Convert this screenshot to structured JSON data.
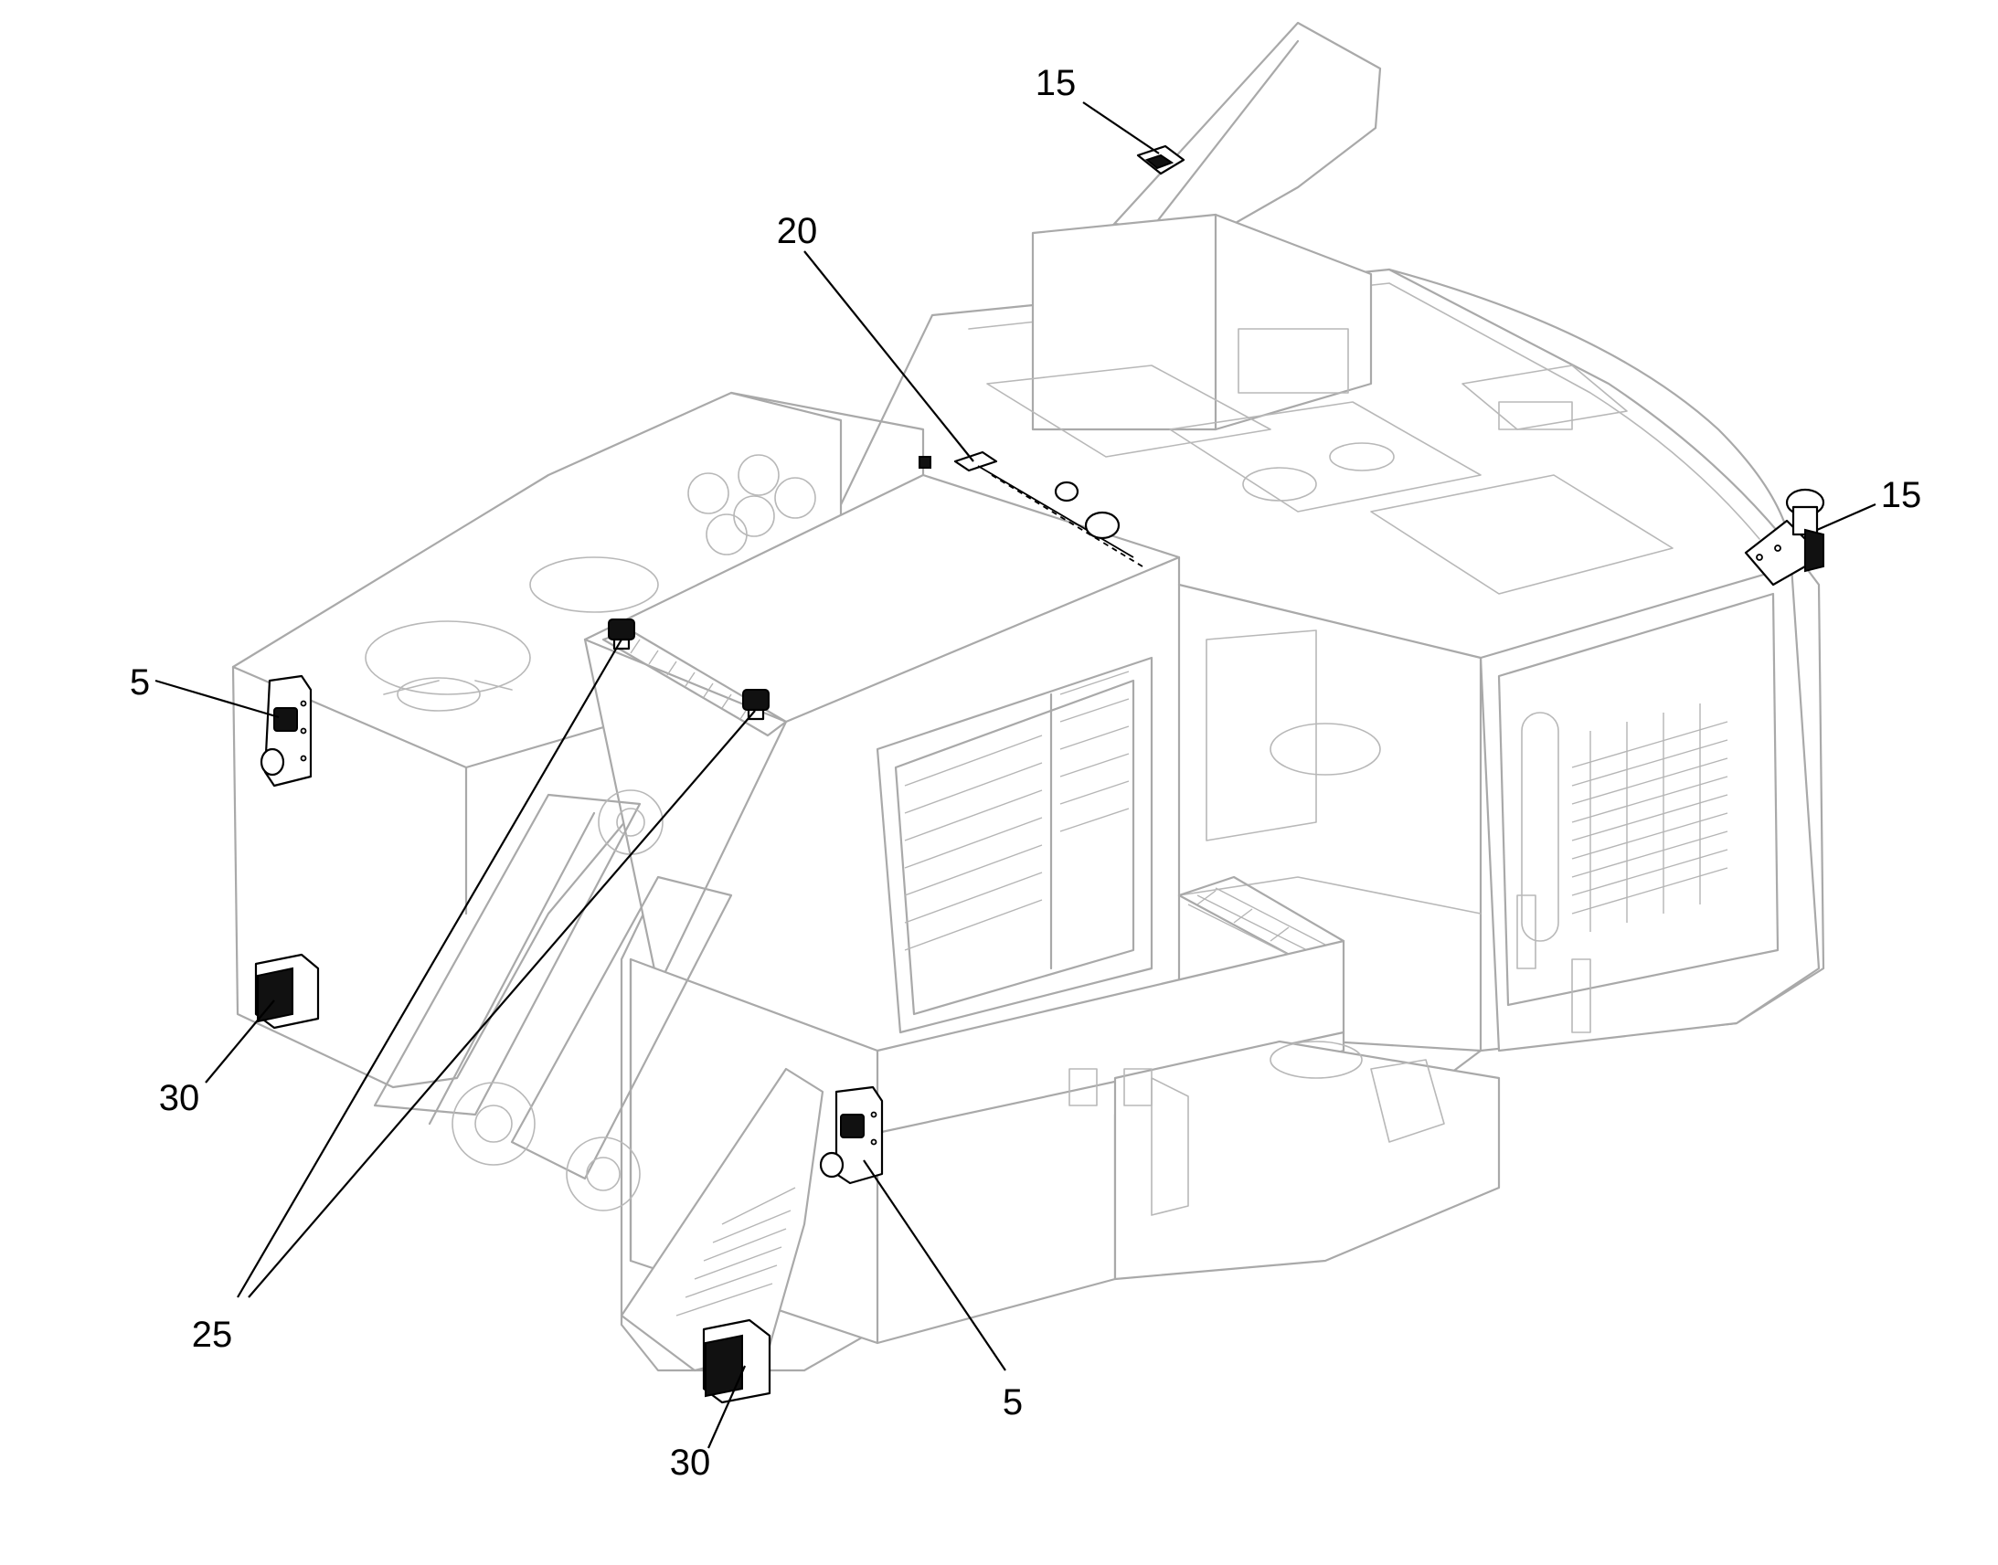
{
  "callouts": [
    {
      "id": "top-15",
      "label": "15"
    },
    {
      "id": "right-15",
      "label": "15"
    },
    {
      "id": "top-20",
      "label": "20"
    },
    {
      "id": "left-5",
      "label": "5"
    },
    {
      "id": "bottom-5",
      "label": "5"
    },
    {
      "id": "left-30",
      "label": "30"
    },
    {
      "id": "bottom-30",
      "label": "30"
    },
    {
      "id": "bottom-25",
      "label": "25"
    }
  ]
}
